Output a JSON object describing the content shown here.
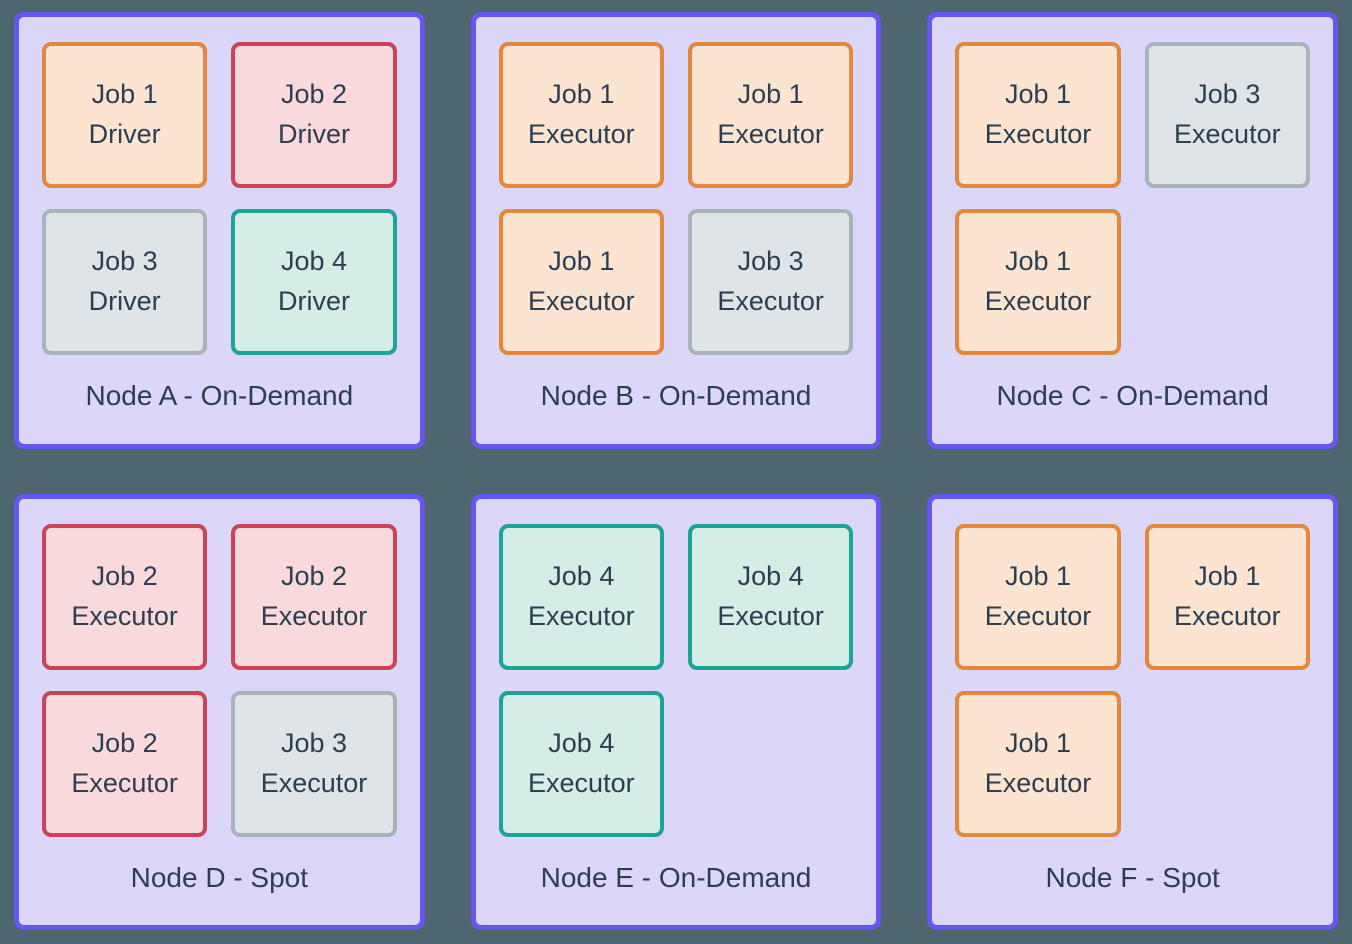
{
  "colors": {
    "background": "#4D6670",
    "node_fill": "#DCD7F8",
    "node_border": "#6557F0",
    "text": "#2C3E50",
    "job_styles": {
      "job1": {
        "border": "#E2873D",
        "fill": "#FBE5D1"
      },
      "job2": {
        "border": "#CC4257",
        "fill": "#F8D9DC"
      },
      "job3": {
        "border": "#A9B3BB",
        "fill": "#DFE4E8"
      },
      "job4": {
        "border": "#1BA393",
        "fill": "#D4EDE7"
      }
    }
  },
  "nodes": [
    {
      "label": "Node A - On-Demand",
      "jobs": [
        {
          "line1": "Job 1",
          "line2": "Driver",
          "style": "job1"
        },
        {
          "line1": "Job 2",
          "line2": "Driver",
          "style": "job2"
        },
        {
          "line1": "Job 3",
          "line2": "Driver",
          "style": "job3"
        },
        {
          "line1": "Job 4",
          "line2": "Driver",
          "style": "job4"
        }
      ]
    },
    {
      "label": "Node B - On-Demand",
      "jobs": [
        {
          "line1": "Job 1",
          "line2": "Executor",
          "style": "job1"
        },
        {
          "line1": "Job 1",
          "line2": "Executor",
          "style": "job1"
        },
        {
          "line1": "Job 1",
          "line2": "Executor",
          "style": "job1"
        },
        {
          "line1": "Job 3",
          "line2": "Executor",
          "style": "job3"
        }
      ]
    },
    {
      "label": "Node C - On-Demand",
      "jobs": [
        {
          "line1": "Job 1",
          "line2": "Executor",
          "style": "job1"
        },
        {
          "line1": "Job 3",
          "line2": "Executor",
          "style": "job3"
        },
        {
          "line1": "Job 1",
          "line2": "Executor",
          "style": "job1"
        }
      ]
    },
    {
      "label": "Node D - Spot",
      "jobs": [
        {
          "line1": "Job 2",
          "line2": "Executor",
          "style": "job2"
        },
        {
          "line1": "Job 2",
          "line2": "Executor",
          "style": "job2"
        },
        {
          "line1": "Job 2",
          "line2": "Executor",
          "style": "job2"
        },
        {
          "line1": "Job 3",
          "line2": "Executor",
          "style": "job3"
        }
      ]
    },
    {
      "label": "Node E - On-Demand",
      "jobs": [
        {
          "line1": "Job 4",
          "line2": "Executor",
          "style": "job4"
        },
        {
          "line1": "Job 4",
          "line2": "Executor",
          "style": "job4"
        },
        {
          "line1": "Job 4",
          "line2": "Executor",
          "style": "job4"
        }
      ]
    },
    {
      "label": "Node F - Spot",
      "jobs": [
        {
          "line1": "Job 1",
          "line2": "Executor",
          "style": "job1"
        },
        {
          "line1": "Job 1",
          "line2": "Executor",
          "style": "job1"
        },
        {
          "line1": "Job 1",
          "line2": "Executor",
          "style": "job1"
        }
      ]
    }
  ]
}
